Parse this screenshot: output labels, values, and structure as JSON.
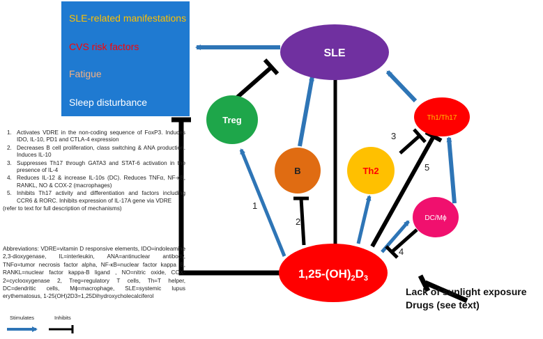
{
  "manifestations_box": {
    "items": [
      {
        "text": "SLE-related manifestations",
        "color": "#ffc000"
      },
      {
        "text": "CVS risk factors",
        "color": "#ff0000"
      },
      {
        "text": "Fatigue",
        "color": "#f4b183"
      },
      {
        "text": "Sleep disturbance",
        "color": "#ffffff"
      }
    ],
    "fill": "#1f7ad1"
  },
  "nodes": {
    "sle": {
      "label": "SLE",
      "color": "#7030a0"
    },
    "treg": {
      "label": "Treg",
      "color": "#1ea64a"
    },
    "b": {
      "label": "B",
      "color": "#e06c12"
    },
    "th2": {
      "label": "Th2",
      "color": "#ffc000"
    },
    "th1": {
      "label": "Th1/Th17",
      "color": "#ff0000"
    },
    "dc": {
      "label": "DC/Mϕ",
      "color": "#f0106e"
    },
    "vitd": {
      "label_main": "1,25-(OH)",
      "label_sub1": "2",
      "label_mid": "D",
      "label_sub2": "3",
      "color": "#ff0000"
    }
  },
  "edge_numbers": [
    "1",
    "2",
    "3",
    "4",
    "5"
  ],
  "external_factors": {
    "line1": "Lack of sunlight exposure",
    "line2": "Drugs (see text)"
  },
  "mechanisms": [
    {
      "num": "1.",
      "text": "Activates VDRE in the non-coding sequence of FoxP3. Induces IDO, IL-10, PD1 and CTLA-4 expression"
    },
    {
      "num": "2.",
      "text": "Decreases B cell proliferation, class switching & ANA production. Induces IL-10"
    },
    {
      "num": "3.",
      "text": "Suppresses Th17 through GATA3 and STAT-6 activation in the presence of IL-4"
    },
    {
      "num": "4.",
      "text": "Reduces IL-12 & increase IL-10s (DC). Reduces TNFα, NF-κB, RANKL, NO & COX-2 (macrophages)"
    },
    {
      "num": "5.",
      "text": "Inhibits Th17 activity and differentiation and factors including CCR6 & RORC. Inhibits expression of IL-17A gene via VDRE"
    }
  ],
  "mechanisms_note": "(refer to text for full description of mechanisms)",
  "abbreviations": "Abbreviations: VDRE=vitamin D responsive elements, IDO=indoleamine 2,3-dioxygenase, IL=interleukin, ANA=antinuclear antibody, TNFα=tumor necrosis factor alpha, NF-κB=nuclear factor kappa B, RANKL=nuclear factor kappa-B ligand , NO=nitric oxide, COX-2=cyclooxygenase 2, Treg=regulatory T cells, Th=T helper, DC=dendritic cells, Mϕ=macrophage, SLE=systemic lupus erythematosus, 1-25(OH)2D3=1,25Dihydroxycholecalciferol",
  "legend": {
    "stimulates": "Stimulates",
    "inhibits": "Inhibits",
    "stimulate_color": "#2e75b6",
    "inhibit_color": "#000000"
  }
}
